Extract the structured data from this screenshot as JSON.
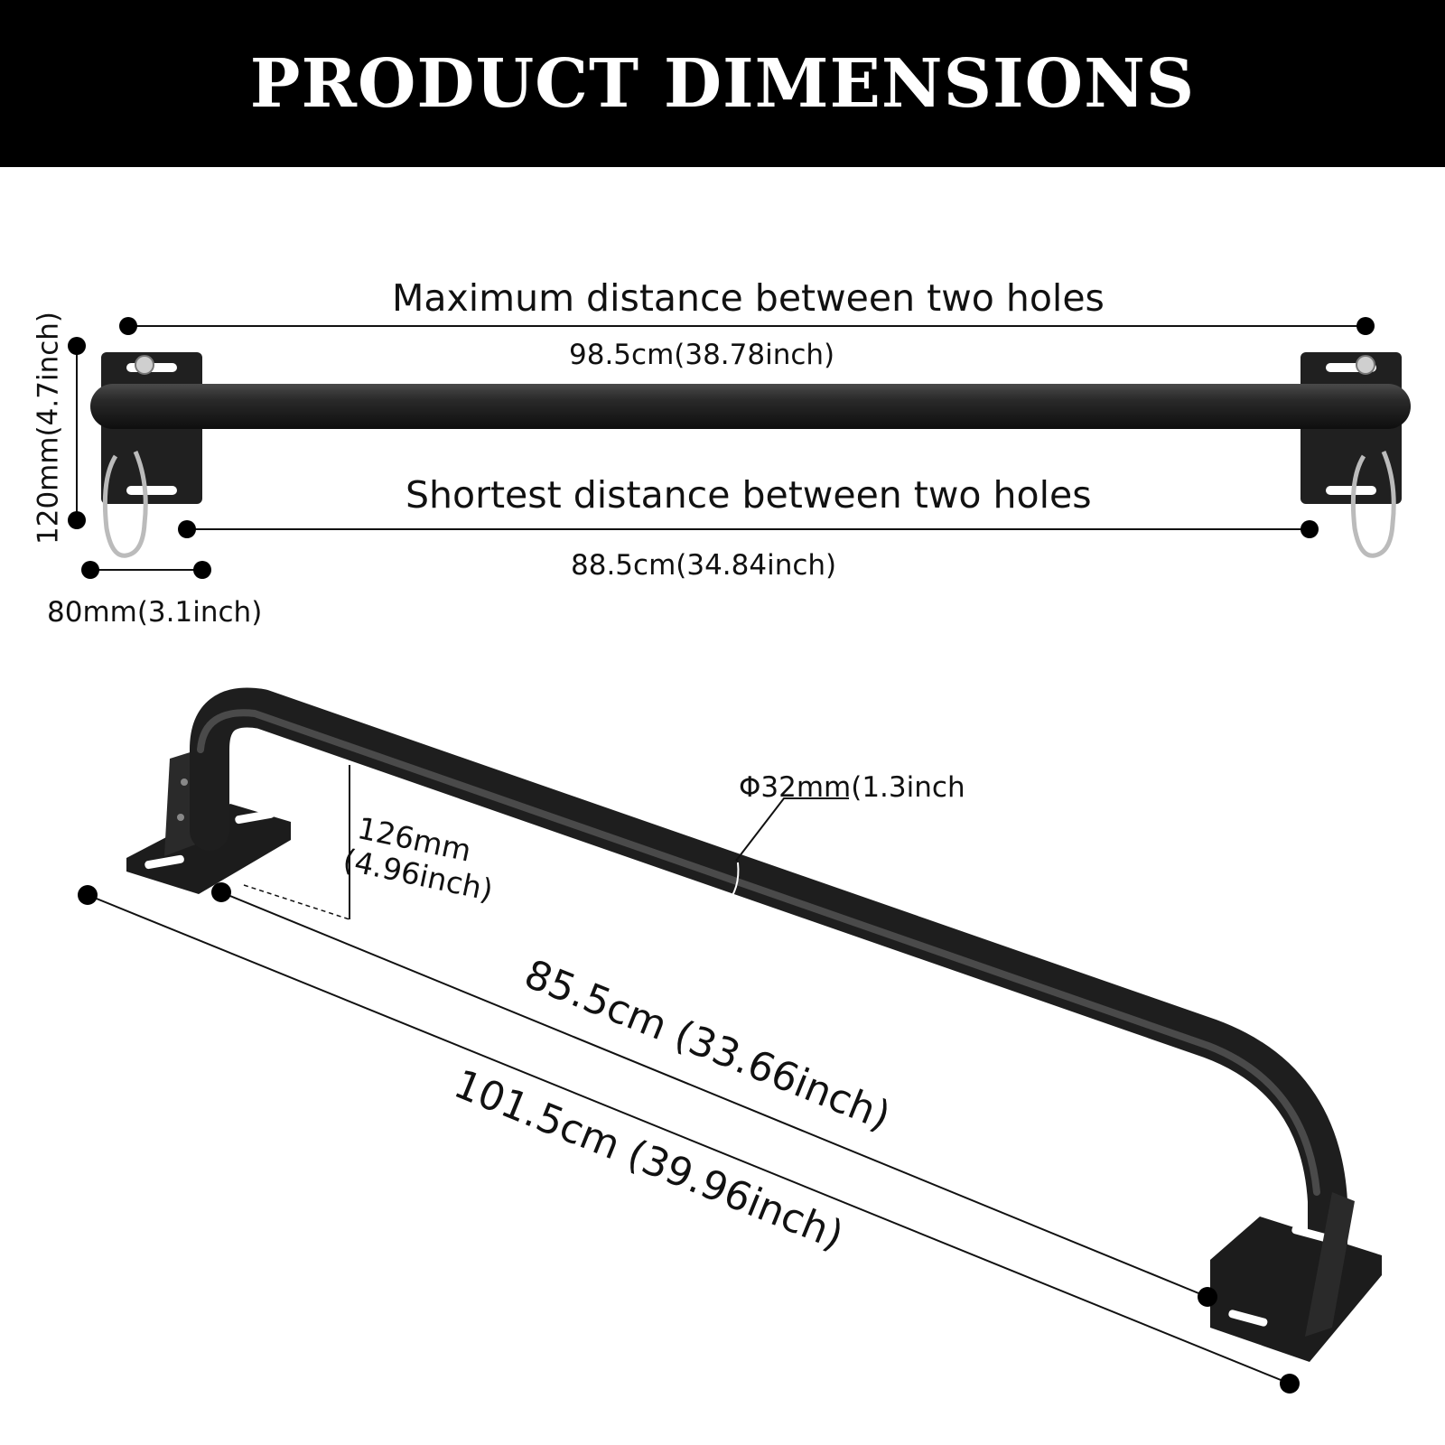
{
  "header": {
    "title": "PRODUCT DIMENSIONS"
  },
  "top_view": {
    "max_label": "Maximum distance between two holes",
    "max_value": "98.5cm(38.78inch)",
    "min_label": "Shortest distance between two holes",
    "min_value": "88.5cm(34.84inch)",
    "plate_height": "120mm(4.7inch)",
    "plate_width": "80mm(3.1inch)"
  },
  "perspective_view": {
    "diameter": "Φ32mm(1.3inch",
    "height_line1": "126mm",
    "height_line2": "(4.96inch)",
    "inner_length": "85.5cm (33.66inch)",
    "outer_length": "101.5cm (39.96inch)"
  },
  "colors": {
    "header_bg": "#000000",
    "header_text": "#ffffff",
    "bar": "#222222",
    "line": "#111111",
    "background": "#ffffff"
  }
}
